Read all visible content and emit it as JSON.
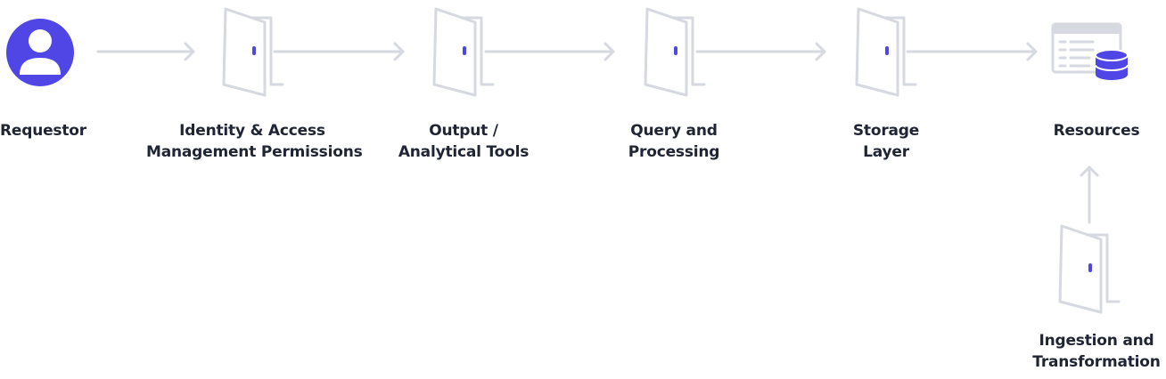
{
  "colors": {
    "line": "#d6d9e0",
    "accent": "#5046e5",
    "text": "#1f2533",
    "icon_fill": "#e8eaef"
  },
  "nodes": [
    {
      "id": "requestor",
      "icon": "user-avatar-icon",
      "lines": [
        "Requestor"
      ]
    },
    {
      "id": "iam",
      "icon": "door-icon",
      "lines": [
        "Identity & Access",
        "Management Permissions"
      ]
    },
    {
      "id": "output",
      "icon": "door-icon",
      "lines": [
        "Output /",
        "Analytical Tools"
      ]
    },
    {
      "id": "query",
      "icon": "door-icon",
      "lines": [
        "Query and",
        "Processing"
      ]
    },
    {
      "id": "storage",
      "icon": "door-icon",
      "lines": [
        "Storage",
        "Layer"
      ]
    },
    {
      "id": "resources",
      "icon": "table-database-icon",
      "lines": [
        "Resources"
      ]
    },
    {
      "id": "ingestion",
      "icon": "door-icon",
      "lines": [
        "Ingestion and",
        "Transformation"
      ]
    }
  ]
}
